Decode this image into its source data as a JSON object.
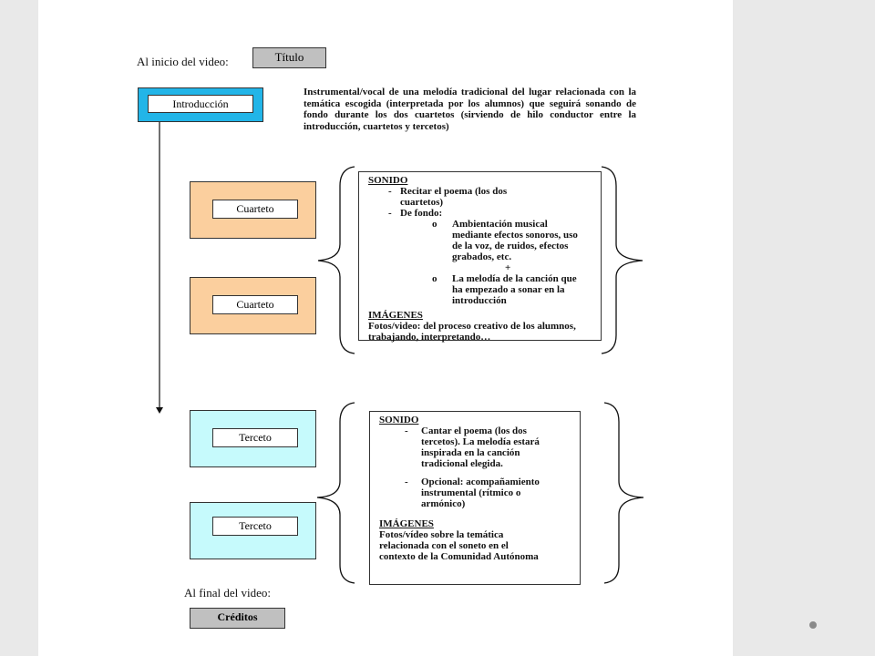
{
  "start": {
    "label": "Al inicio del video:",
    "title_box": "Título"
  },
  "intro": {
    "box": "Introducción",
    "description": "Instrumental/vocal de una melodía tradicional del lugar relacionada con la temática escogida (interpretada por los alumnos) que seguirá sonando de fondo durante los dos cuartetos (sirviendo de hilo conductor entre la introducción, cuartetos y tercetos)"
  },
  "cuartetos": {
    "box1": "Cuarteto",
    "box2": "Cuarteto",
    "panel": {
      "sound_heading": "SONIDO",
      "item1": "Recitar el poema (los dos cuartetos)",
      "item2": "De fondo:",
      "sub1": "Ambientación musical mediante efectos sonoros, uso de la voz, de ruidos, efectos grabados, etc.",
      "plus": "+",
      "sub2": "La melodía de la canción que ha empezado a sonar en la introducción",
      "images_heading": "IMÁGENES",
      "images_text": "Fotos/video: del proceso creativo de los alumnos, trabajando, interpretando…"
    }
  },
  "tercetos": {
    "box1": "Terceto",
    "box2": "Terceto",
    "panel": {
      "sound_heading": "SONIDO",
      "item1": "Cantar el poema (los dos tercetos). La melodía estará inspirada en la canción tradicional elegida.",
      "item2": "Opcional: acompañamiento instrumental (rítmico o armónico)",
      "images_heading": "IMÁGENES",
      "images_text": "Fotos/vídeo sobre la temática relacionada con el soneto en el contexto de la Comunidad Autónoma"
    }
  },
  "end": {
    "label": "Al final del video:",
    "credits_box": "Créditos"
  },
  "markers": {
    "dash": "-",
    "bullet": "o"
  },
  "colors": {
    "intro_fill": "#22b5e8",
    "cuarteto_fill": "#fbcf9e",
    "terceto_fill": "#c6fafc",
    "title_fill": "#c0c0c0",
    "slide_bg": "#e9e9e9"
  }
}
